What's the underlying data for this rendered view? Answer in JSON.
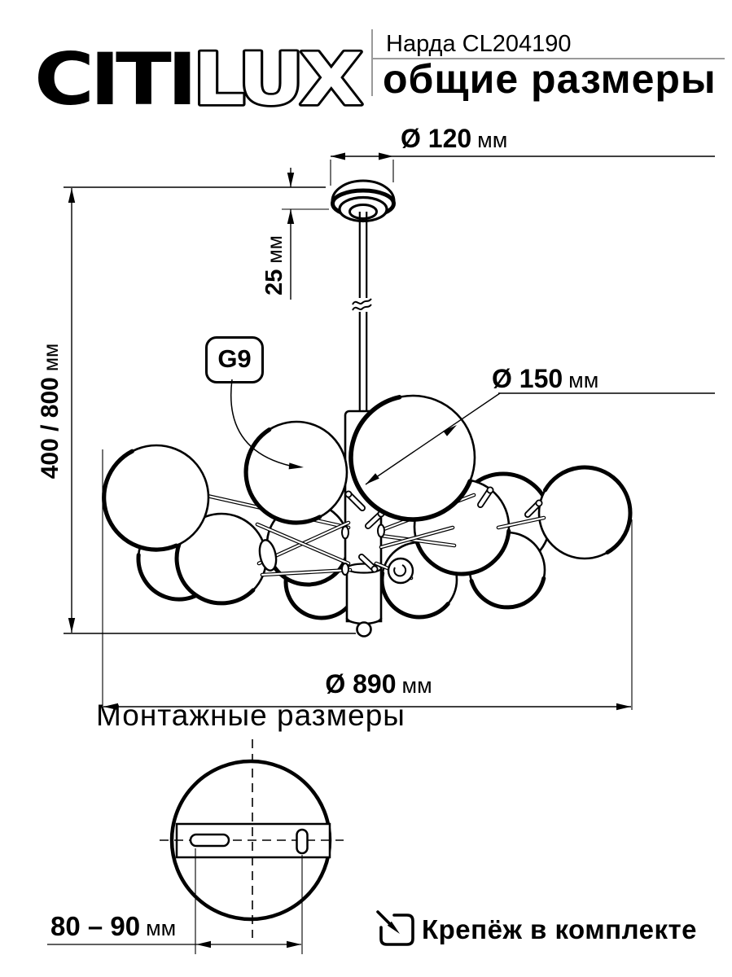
{
  "header": {
    "logo": {
      "part1": "CITI",
      "part2": "LUX"
    },
    "product_title": "Нарда CL204190",
    "page_subtitle": "общие размеры"
  },
  "general_drawing": {
    "socket_label": "G9",
    "dim_canopy_diameter": {
      "value": "Ø 120",
      "unit": "мм"
    },
    "dim_canopy_height": {
      "value": "25",
      "unit": "мм"
    },
    "dim_total_height": {
      "value": "400 / 800",
      "unit": "мм"
    },
    "dim_shade_diameter": {
      "value": "Ø 150",
      "unit": "мм"
    },
    "dim_total_diameter": {
      "value": "Ø 890",
      "unit": "мм"
    }
  },
  "mounting_drawing": {
    "heading": "Монтажные размеры",
    "dim_mounting_holes": {
      "value": "80 – 90",
      "unit": "мм"
    }
  },
  "footer": {
    "fasteners_note": "Крепёж в комплекте"
  },
  "colors": {
    "line": "#000000",
    "background": "#ffffff",
    "divider": "#9a9a9a"
  }
}
